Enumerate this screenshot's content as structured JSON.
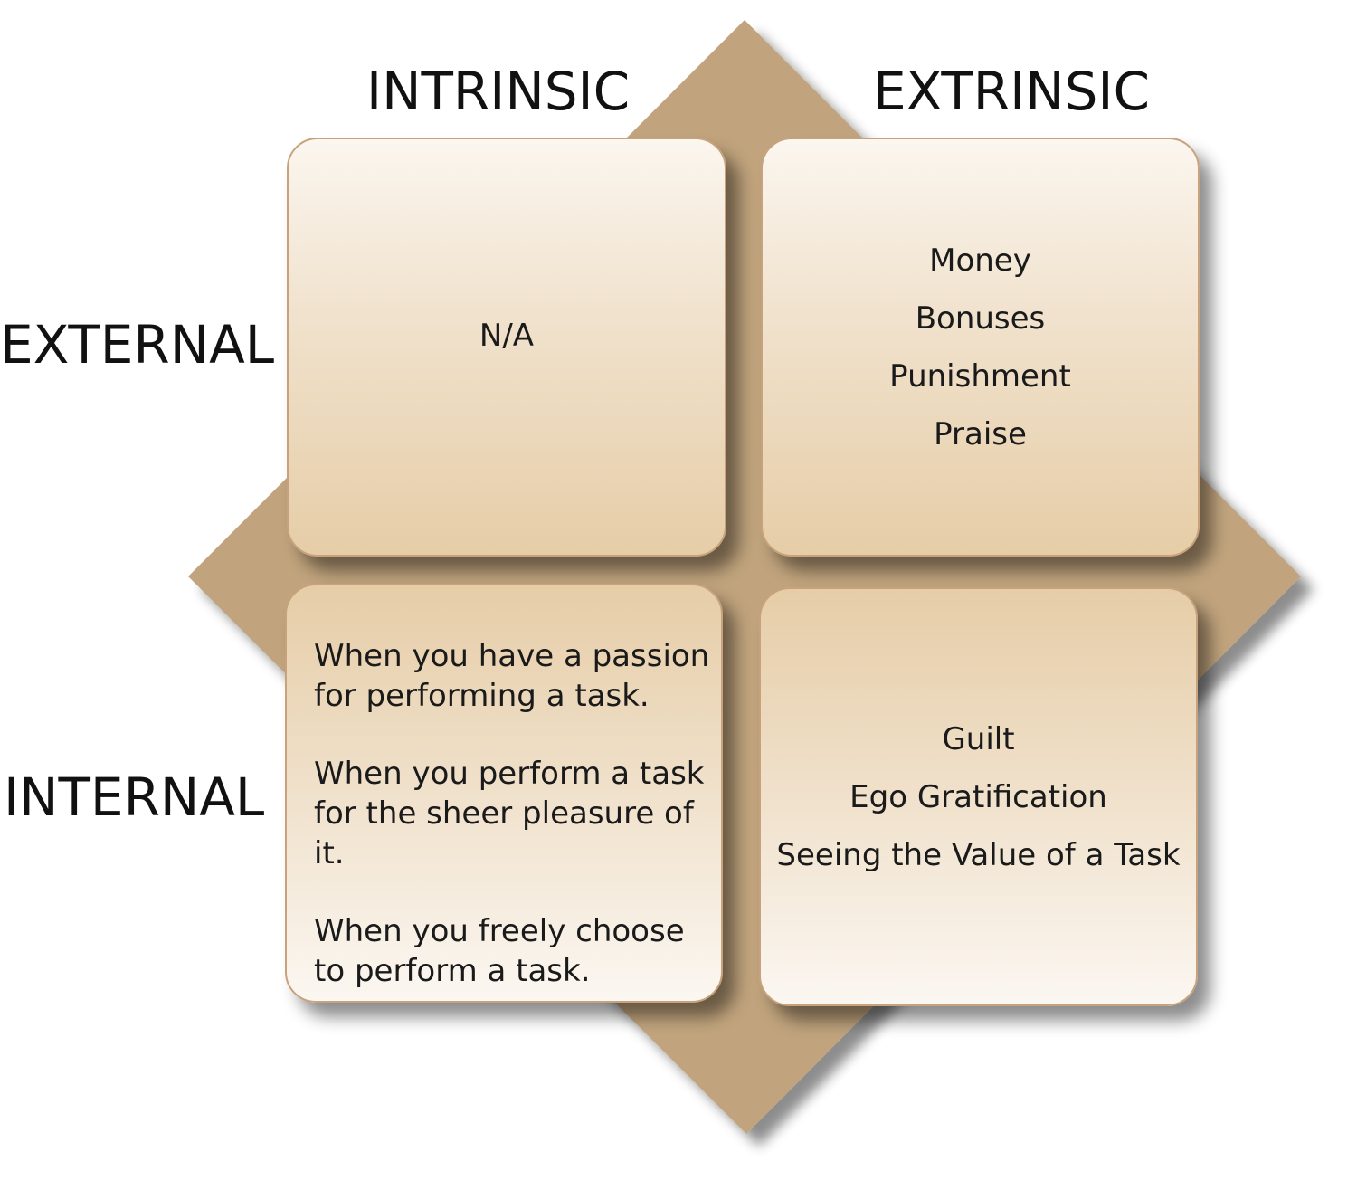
{
  "columns": {
    "intrinsic": "INTRINSIC",
    "extrinsic": "EXTRINSIC"
  },
  "rows": {
    "external": "EXTERNAL",
    "internal": "INTERNAL"
  },
  "cells": {
    "external_intrinsic": [
      "N/A"
    ],
    "external_extrinsic": [
      "Money",
      "Bonuses",
      "Punishment",
      "Praise"
    ],
    "internal_intrinsic": [
      "When you have a passion\nfor performing a task.",
      "When you perform a task\nfor the sheer pleasure of it.",
      "When you freely choose\nto perform a task."
    ],
    "internal_extrinsic": [
      "Guilt",
      "Ego Gratification",
      "Seeing the Value of a Task"
    ]
  },
  "colors": {
    "diamond": "#c1a47d",
    "card_border": "#c7a27c",
    "card_light": "#fbf6ef",
    "card_dark": "#e6cda7"
  }
}
